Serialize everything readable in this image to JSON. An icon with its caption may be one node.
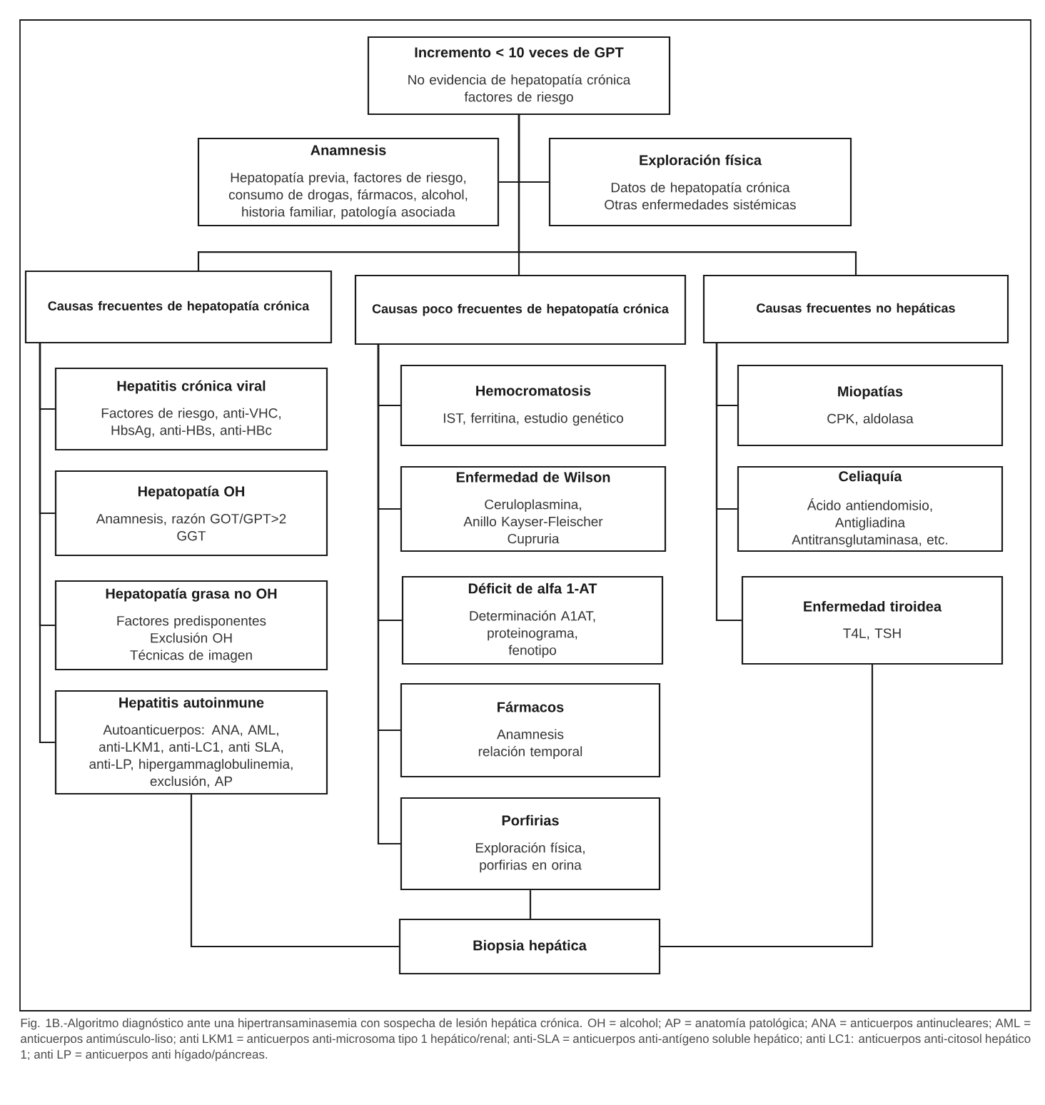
{
  "diagram": {
    "caption": "Fig. 1B.-Algoritmo diagnóstico ante una hipertransaminasemia con sospecha de lesión hepática crónica. OH = alcohol; AP = anatomía patológica; ANA = anticuerpos antinucleares; AML = anticuerpos antimúsculo-liso; anti LKM1 = anticuerpos anti-microsoma tipo 1 hepático/renal; anti-SLA = anticuerpos anti-antígeno soluble hepático; anti LC1: anticuerpos anti-citosol hepático 1; anti LP = anticuerpos anti hígado/páncreas.",
    "nodes": [
      {
        "text": [
          "Incremento < 10 veces de GPT",
          "No evidencia de hepatopatía crónica factores de riesgo"
        ]
      },
      {
        "text": [
          "Anamnesis",
          "Hepatopatía previa, factores de riesgo, consumo de drogas, fármacos, alcohol, historia familiar, patología asociada"
        ]
      },
      {
        "text": [
          "Exploración física",
          "Datos de hepatopatía crónica",
          "Otras enfermedades sistémicas"
        ]
      },
      {
        "text": [
          "Causas frecuentes de hepatopatía crónica"
        ]
      },
      {
        "text": [
          "Causas poco frecuentes de hepatopatía crónica"
        ]
      },
      {
        "text": [
          "Causas frecuentes no hepáticas"
        ]
      },
      {
        "text": [
          "Hepatitis crónica viral",
          "Factores de riesgo, anti-VHC, HbsAg, anti-HBs, anti-HBc"
        ]
      },
      {
        "text": [
          "Hepatopatía OH",
          "Anamnesis, razón GOT/GPT>2",
          "GGT"
        ]
      },
      {
        "text": [
          "Hepatopatía grasa no OH",
          "Factores predisponentes",
          "Exclusión OH",
          "Técnicas de imagen"
        ]
      },
      {
        "text": [
          "Hepatitis autoinmune",
          "Autoanticuerpos: ANA, AML, anti-LKM1, anti-LC1, anti SLA, anti-LP, hipergammaglobulinemia, exclusión, AP"
        ]
      },
      {
        "text": [
          "Hemocromatosis",
          "IST, ferritina, estudio genético"
        ]
      },
      {
        "text": [
          "Enfermedad de Wilson",
          "Ceruloplasmina,",
          "Anillo Kayser-Fleischer",
          "Cupruria"
        ]
      },
      {
        "text": [
          "Déficit de alfa 1-AT",
          "Determinación A1AT, proteinograma, fenotipo"
        ]
      },
      {
        "text": [
          "Fármacos",
          "Anamnesis",
          "relación temporal"
        ]
      },
      {
        "text": [
          "Porfirias",
          "Exploración física, porfirias en orina"
        ]
      },
      {
        "text": [
          "Miopatías",
          "CPK, aldolasa"
        ]
      },
      {
        "text": [
          "Celiaquía",
          "Ácido antiendomisio, Antigliadina",
          "Antitransglutaminasa, etc."
        ]
      },
      {
        "text": [
          "Enfermedad tiroidea",
          "T4L, TSH"
        ]
      },
      {
        "text": [
          "Biopsia hepática"
        ]
      }
    ],
    "edges": [
      {
        "from": 0,
        "to": 1,
        "arrow": "none"
      },
      {
        "from": 0,
        "to": 2,
        "arrow": "none"
      },
      {
        "from": 0,
        "to": 3,
        "arrow": "none"
      },
      {
        "from": 0,
        "to": 4,
        "arrow": "none"
      },
      {
        "from": 0,
        "to": 5,
        "arrow": "none"
      },
      {
        "from": 3,
        "to": 6,
        "arrow": "none"
      },
      {
        "from": 3,
        "to": 7,
        "arrow": "none"
      },
      {
        "from": 3,
        "to": 8,
        "arrow": "none"
      },
      {
        "from": 3,
        "to": 9,
        "arrow": "none"
      },
      {
        "from": 4,
        "to": 10,
        "arrow": "none"
      },
      {
        "from": 4,
        "to": 11,
        "arrow": "none"
      },
      {
        "from": 4,
        "to": 12,
        "arrow": "none"
      },
      {
        "from": 4,
        "to": 13,
        "arrow": "none"
      },
      {
        "from": 4,
        "to": 14,
        "arrow": "none"
      },
      {
        "from": 5,
        "to": 15,
        "arrow": "none"
      },
      {
        "from": 5,
        "to": 16,
        "arrow": "none"
      },
      {
        "from": 5,
        "to": 17,
        "arrow": "none"
      },
      {
        "from": 9,
        "to": 18,
        "arrow": "none"
      },
      {
        "from": 14,
        "to": 18,
        "arrow": "none"
      },
      {
        "from": 17,
        "to": 18,
        "arrow": "none"
      }
    ]
  }
}
